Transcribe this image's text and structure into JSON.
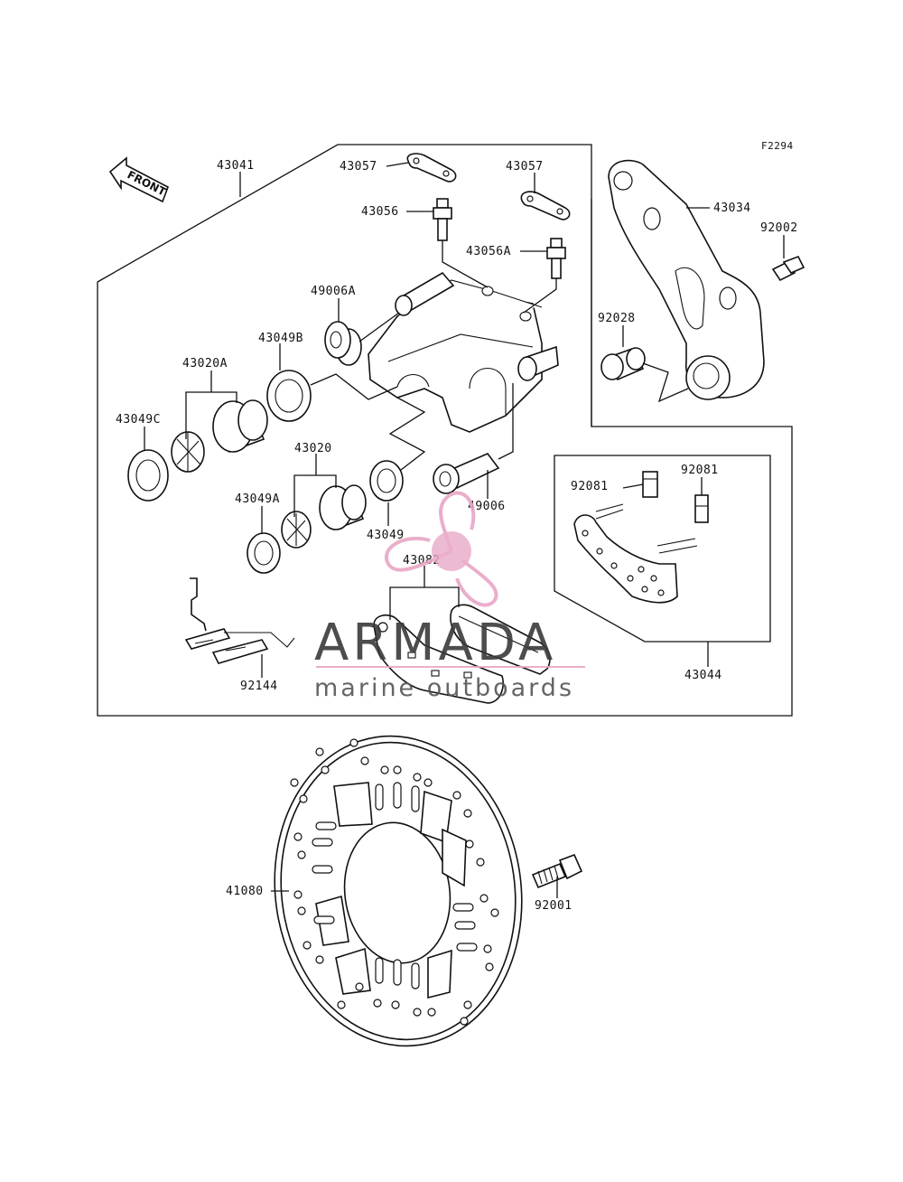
{
  "diagram": {
    "figure_code": "F2294",
    "front_label": "FRONT",
    "labels": {
      "l43041": "43041",
      "l43057a": "43057",
      "l43057b": "43057",
      "l43056": "43056",
      "l43056A": "43056A",
      "l49006A": "49006A",
      "l43049B": "43049B",
      "l43020A": "43020A",
      "l43049C": "43049C",
      "l43020": "43020",
      "l43049A": "43049A",
      "l43049": "43049",
      "l49006": "49006",
      "l43082": "43082",
      "l92144": "92144",
      "l43034": "43034",
      "l92002": "92002",
      "l92028": "92028",
      "l92081a": "92081",
      "l92081b": "92081",
      "l43044": "43044",
      "l41080": "41080",
      "l92001": "92001"
    }
  },
  "watermark": {
    "brand": "ARMADA",
    "tagline": "marine outboards",
    "color": "#e8a6c6"
  }
}
